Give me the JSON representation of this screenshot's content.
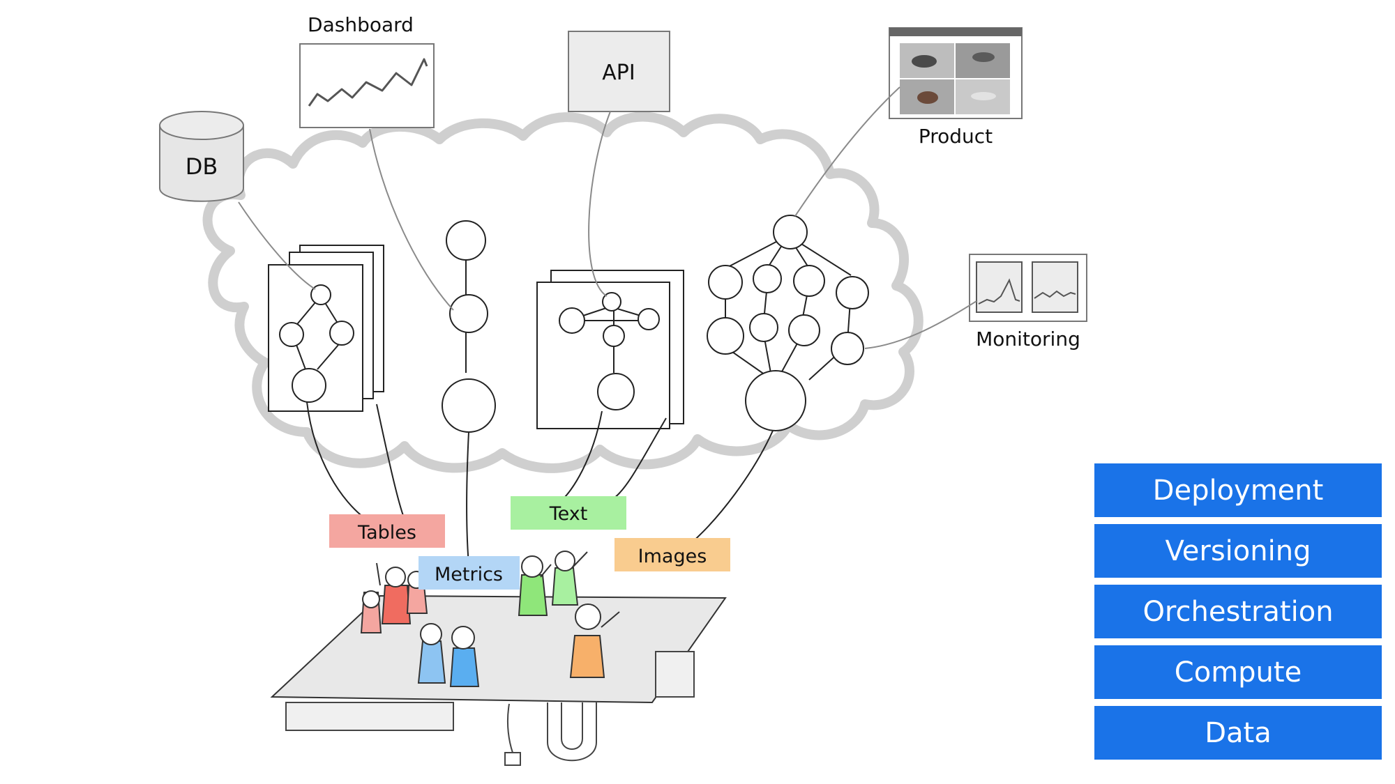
{
  "diagram": {
    "top_labels": {
      "dashboard": "Dashboard",
      "api": "API",
      "db": "DB",
      "product": "Product",
      "monitoring": "Monitoring"
    },
    "tags": [
      {
        "label": "Tables",
        "color": "#f4a6a0"
      },
      {
        "label": "Metrics",
        "color": "#b3d6f6"
      },
      {
        "label": "Text",
        "color": "#a8f0a0"
      },
      {
        "label": "Images",
        "color": "#f9cc8f"
      }
    ]
  },
  "stack": {
    "layers": [
      "Deployment",
      "Versioning",
      "Orchestration",
      "Compute",
      "Data"
    ],
    "color": "#1a73e8"
  }
}
